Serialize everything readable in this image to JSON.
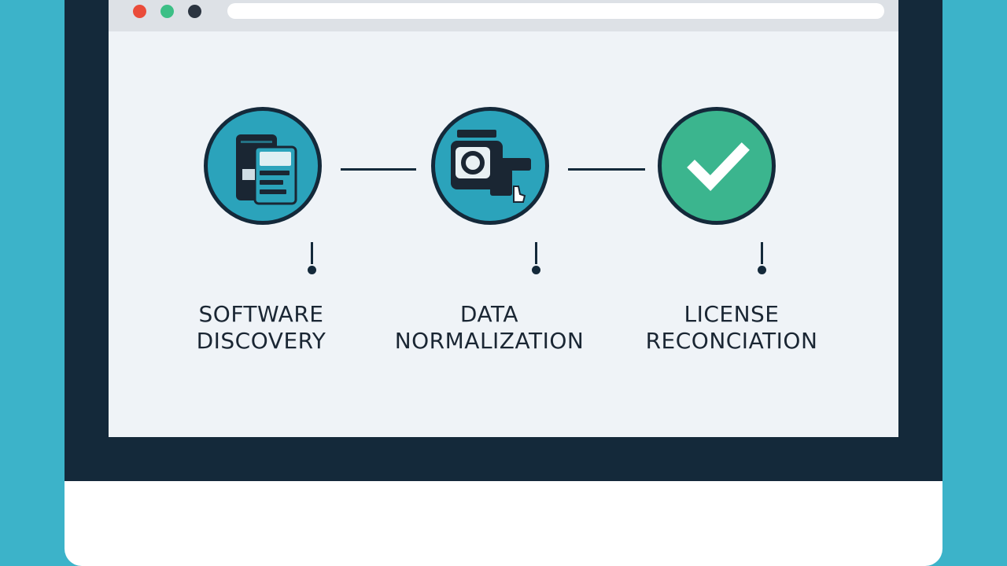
{
  "steps": [
    {
      "id": "software-discovery",
      "icon": "file-cabinet-icon",
      "line1": "SOFTWARE",
      "line2": "DISCOVERY",
      "circle_color": "#2ba3bb"
    },
    {
      "id": "data-normalization",
      "icon": "scanner-icon",
      "line1": "DATA",
      "line2": "NORMALIZATION",
      "circle_color": "#2ba3bb"
    },
    {
      "id": "license-reconciliation",
      "icon": "checkmark-icon",
      "line1": "LICENSE",
      "line2": "RECONCIATION",
      "circle_color": "#3bb58e"
    }
  ],
  "colors": {
    "background": "#3cb3c9",
    "frame": "#14293a",
    "screen": "#eff3f7",
    "teal": "#2ba3bb",
    "green": "#3bb58e",
    "close_dot": "#ea4c3a",
    "min_dot": "#3cbf86",
    "max_dot": "#2b3440"
  }
}
